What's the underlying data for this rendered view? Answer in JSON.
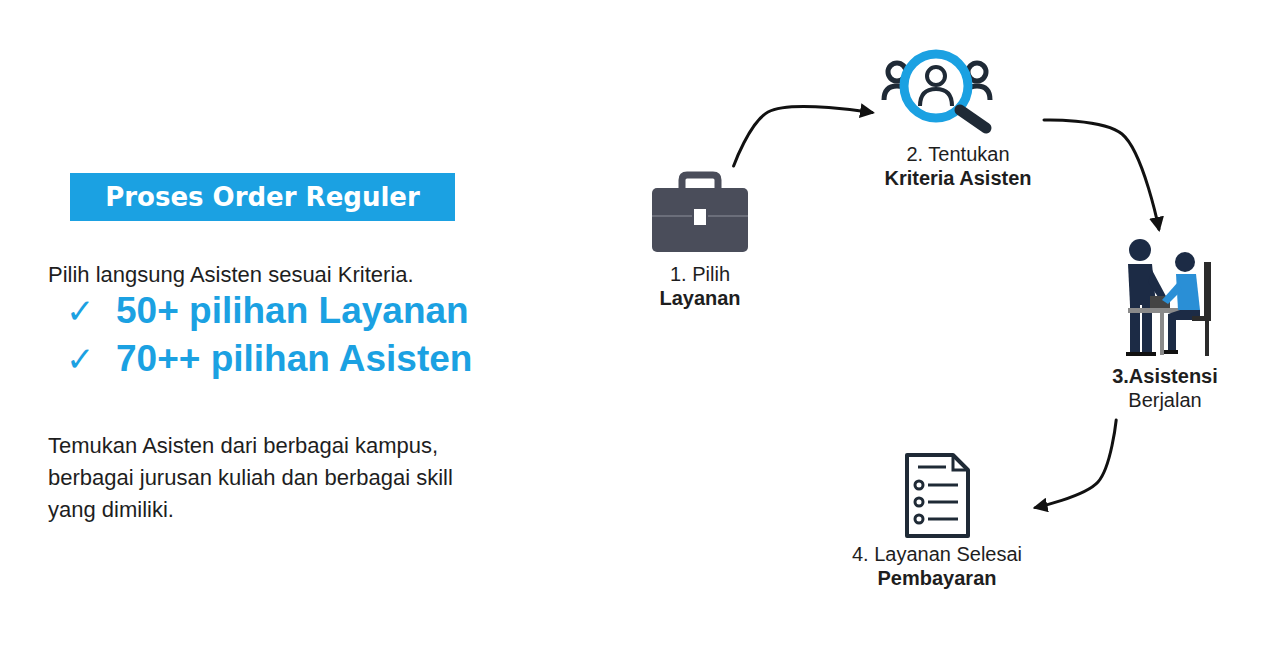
{
  "diagram": {
    "title": "Proses Order Reguler",
    "nodes": [
      {
        "text": [
          "1. Pilih",
          "Layanan"
        ]
      },
      {
        "text": [
          "2. Tentukan",
          "Kriteria Asisten"
        ]
      },
      {
        "text": [
          "3.Asistensi",
          "Berjalan"
        ]
      },
      {
        "text": [
          "4. Layanan Selesai",
          "Pembayaran"
        ]
      }
    ],
    "edges": [
      {
        "from": 0,
        "to": 1,
        "arrow": "to"
      },
      {
        "from": 1,
        "to": 2,
        "arrow": "to"
      },
      {
        "from": 2,
        "to": 3,
        "arrow": "to"
      }
    ],
    "labels": [
      "Pilih langsung Asisten sesuai Kriteria.",
      "✓",
      "50+ pilihan Layanan",
      "✓",
      "70++ pilihan Asisten",
      "Temukan Asisten dari berbagai kampus, berbagai jurusan kuliah dan berbagai skill yang dimiliki."
    ]
  }
}
